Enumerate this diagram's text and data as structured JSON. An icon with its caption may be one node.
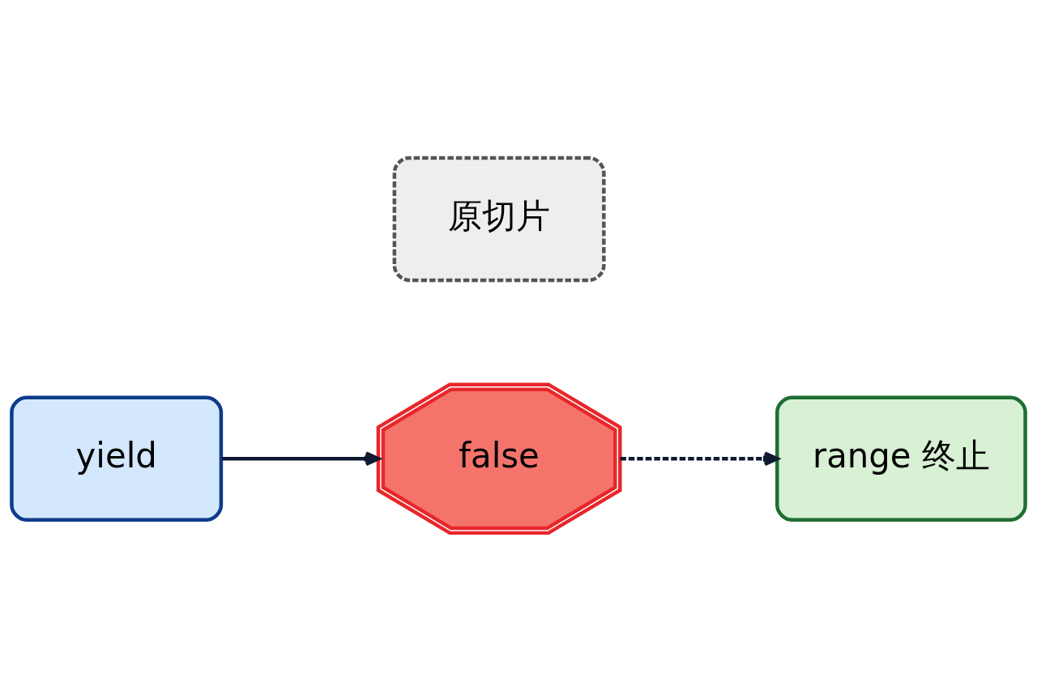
{
  "diagram": {
    "nodes": [
      {
        "text": [
          "yield"
        ]
      },
      {
        "text": [
          "false"
        ]
      },
      {
        "text": [
          "range 终止"
        ]
      },
      {
        "text": [
          "原切片"
        ]
      }
    ],
    "edges": [
      {
        "from": 0,
        "to": 1,
        "arrow": "to"
      },
      {
        "from": 1,
        "to": 2,
        "arrow": "to",
        "style": "dashed"
      }
    ]
  }
}
